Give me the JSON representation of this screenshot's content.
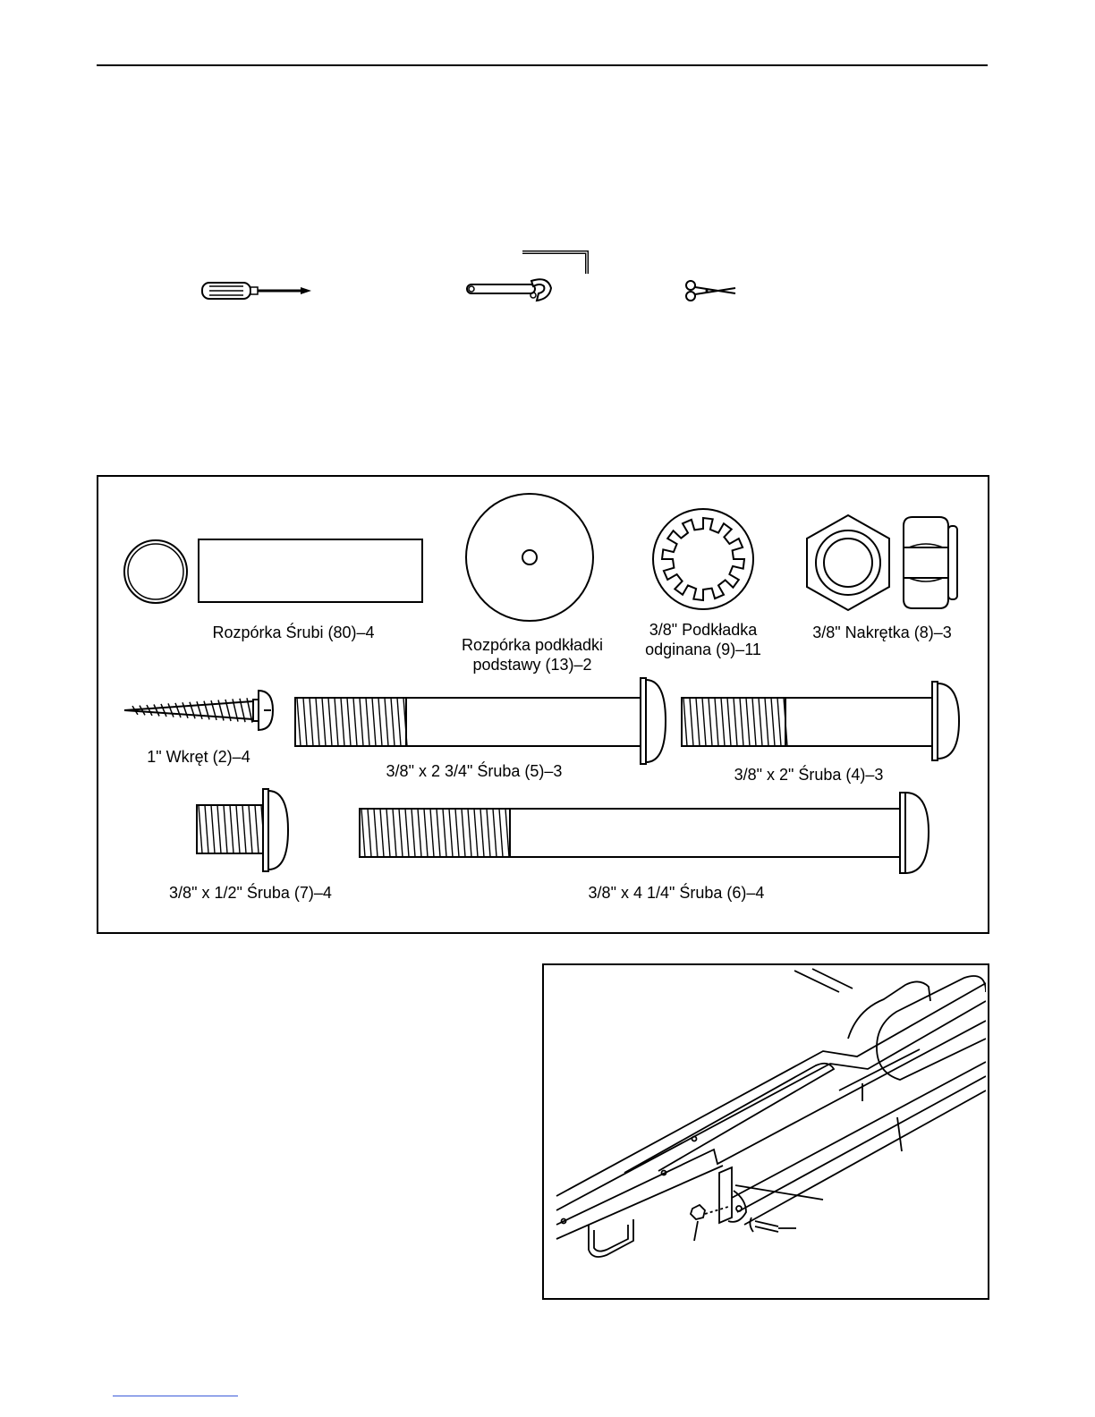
{
  "parts": {
    "bolt_spacer": "Rozpórka Śrubi (80)–4",
    "base_washer_spacer": [
      "Rozpórka podkładki",
      "podstawy (13)–2"
    ],
    "star_washer": [
      "3/8\" Podkładka",
      "odginana (9)–11"
    ],
    "nut": "3/8\" Nakrętka (8)–3",
    "screw": "1\" Wkręt (2)–4",
    "bolt_2_3_4": "3/8\" x 2 3/4\" Śruba (5)–3",
    "bolt_2": "3/8\" x 2\" Śruba (4)–3",
    "bolt_1_2": "3/8\" x 1/2\" Śruba (7)–4",
    "bolt_4_1_4": "3/8\" x 4 1/4\" Śruba (6)–4"
  },
  "tools": [
    "screwdriver-icon",
    "wrench-icon",
    "allen-key-icon",
    "scissors-icon"
  ]
}
